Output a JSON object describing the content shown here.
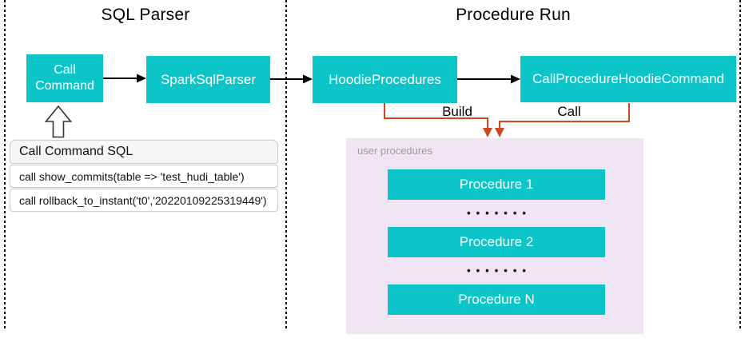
{
  "colors": {
    "teal": "#0BC5C9",
    "lavender": "#F1E5F5",
    "orange": "#CC4A1E",
    "gray_text": "#9E9E9E"
  },
  "sections": {
    "sql_parser": {
      "title": "SQL Parser"
    },
    "procedure_run": {
      "title": "Procedure Run"
    }
  },
  "nodes": {
    "call_command": "Call Command",
    "spark_sql_parser": "SparkSqlParser",
    "hoodie_procedures": "HoodieProcedures",
    "call_procedure_hoodie_command": "CallProcedureHoodieCommand"
  },
  "edges": {
    "build_label": "Build",
    "call_label": "Call"
  },
  "sql_list": {
    "header": "Call Command SQL",
    "rows": [
      "call show_commits(table => 'test_hudi_table')",
      "call rollback_to_instant('t0','20220109225319449')"
    ]
  },
  "user_procedures": {
    "label": "user procedures",
    "items": [
      "Procedure 1",
      "Procedure 2",
      "Procedure N"
    ],
    "dots": "•••••••"
  }
}
